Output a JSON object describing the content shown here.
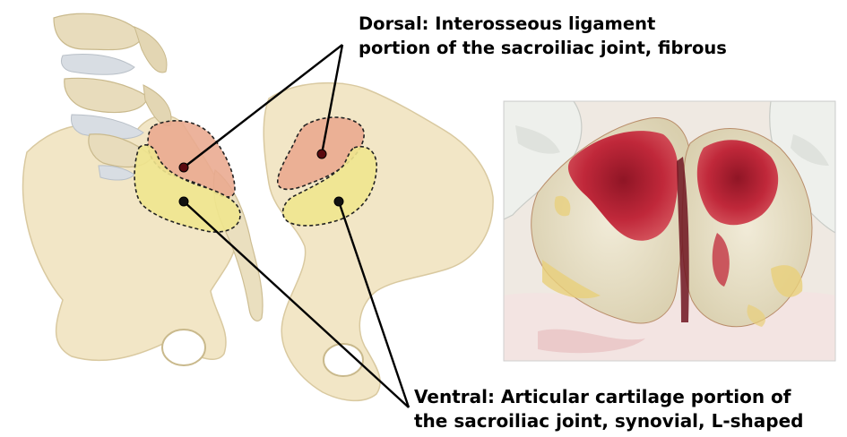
{
  "labels": {
    "dorsal": {
      "line1": "Dorsal:  Interosseous ligament",
      "line2": "portion of the sacroiliac joint, fibrous"
    },
    "ventral": {
      "line1": "Ventral:  Articular cartilage portion of",
      "line2": "the sacroiliac joint, synovial, L-shaped"
    }
  },
  "colors": {
    "bone": "#f2e6c6",
    "bone_shadow": "#d9c9a0",
    "spine": "#e8dcbc",
    "disc": "#d8dde3",
    "dorsal_region": "#e9a98e",
    "ventral_region": "#f0e58e",
    "tissue_red": "#c0283a",
    "tissue_yellow": "#e8cf7a",
    "tissue_pale": "#e9e2cf",
    "glove": "#eef0ec",
    "pointer": "#000000"
  },
  "icons": {
    "pointer_dot": "filled-circle"
  }
}
